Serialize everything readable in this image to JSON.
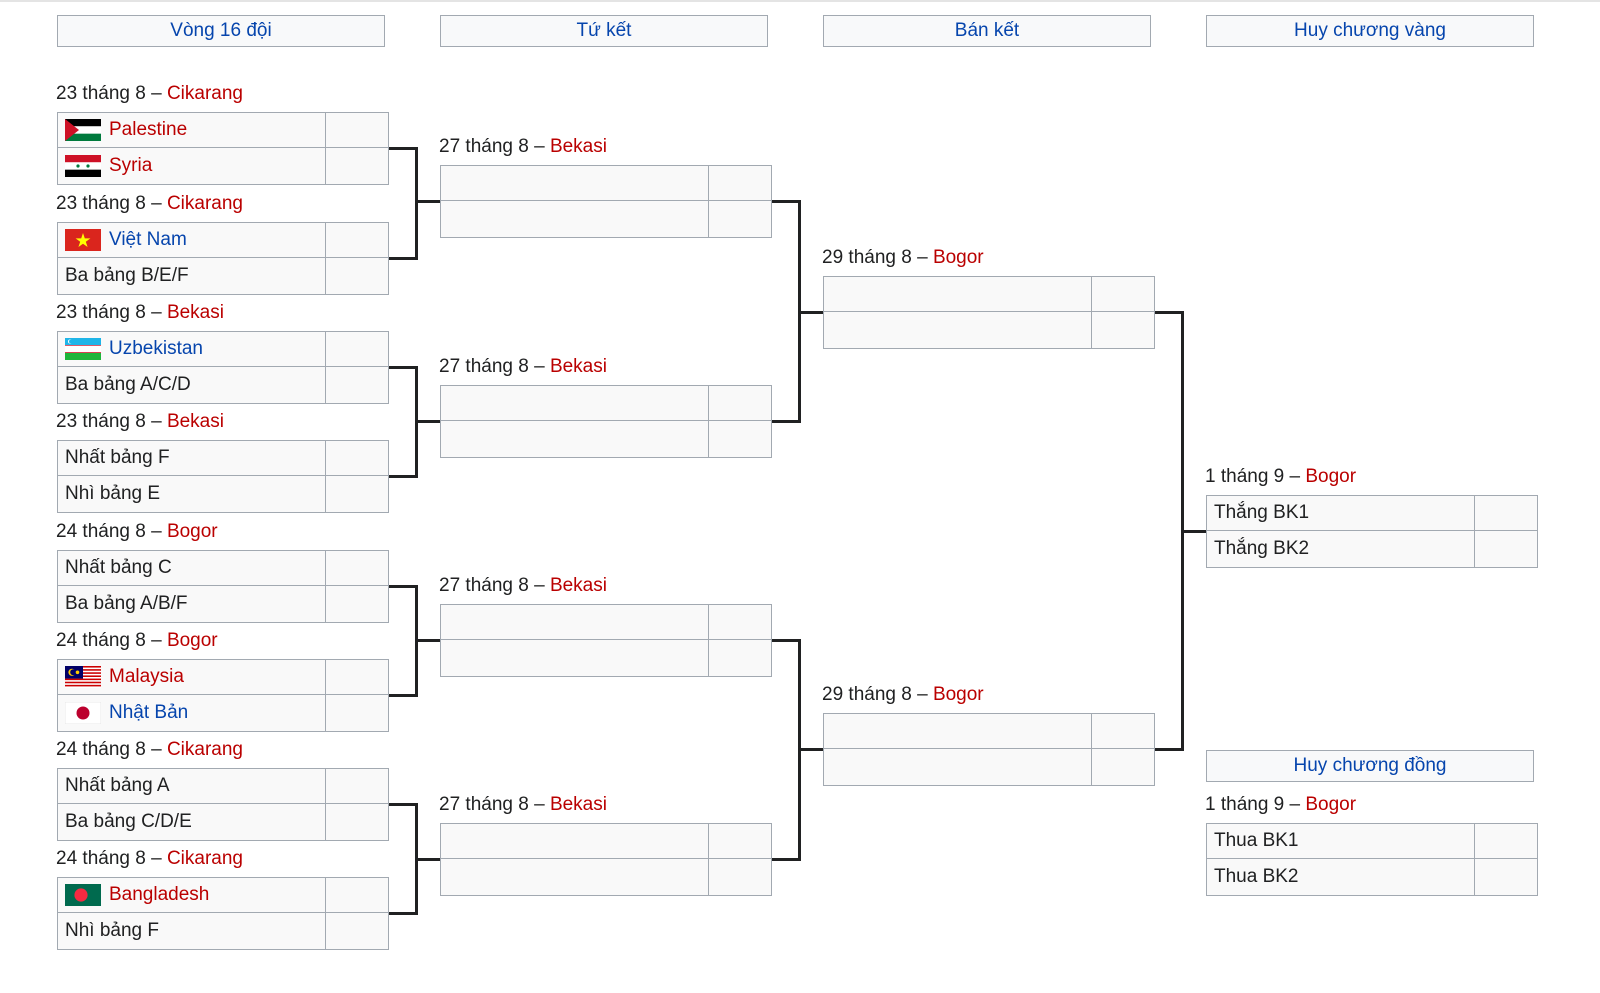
{
  "rounds": [
    "Vòng 16 đội",
    "Tứ kết",
    "Bán kết",
    "Huy chương vàng",
    "Huy chương đồng"
  ],
  "date_sep": " – ",
  "r16": [
    {
      "date": "23 tháng 8",
      "venue": "Cikarang",
      "teams": [
        {
          "name": "Palestine",
          "flag": "palestine-flag-icon",
          "link": "red"
        },
        {
          "name": "Syria",
          "flag": "syria-flag-icon",
          "link": "red"
        }
      ]
    },
    {
      "date": "23 tháng 8",
      "venue": "Cikarang",
      "teams": [
        {
          "name": "Việt Nam",
          "flag": "vietnam-flag-icon",
          "link": "blue"
        },
        {
          "name": "Ba bảng B/E/F",
          "flag": null,
          "link": null
        }
      ]
    },
    {
      "date": "23 tháng 8",
      "venue": "Bekasi",
      "teams": [
        {
          "name": "Uzbekistan",
          "flag": "uzbekistan-flag-icon",
          "link": "blue"
        },
        {
          "name": "Ba bảng A/C/D",
          "flag": null,
          "link": null
        }
      ]
    },
    {
      "date": "23 tháng 8",
      "venue": "Bekasi",
      "teams": [
        {
          "name": "Nhất bảng F",
          "flag": null,
          "link": null
        },
        {
          "name": "Nhì bảng E",
          "flag": null,
          "link": null
        }
      ]
    },
    {
      "date": "24 tháng 8",
      "venue": "Bogor",
      "teams": [
        {
          "name": "Nhất bảng C",
          "flag": null,
          "link": null
        },
        {
          "name": "Ba bảng A/B/F",
          "flag": null,
          "link": null
        }
      ]
    },
    {
      "date": "24 tháng 8",
      "venue": "Bogor",
      "teams": [
        {
          "name": "Malaysia",
          "flag": "malaysia-flag-icon",
          "link": "red"
        },
        {
          "name": "Nhật Bản",
          "flag": "japan-flag-icon",
          "link": "blue"
        }
      ]
    },
    {
      "date": "24 tháng 8",
      "venue": "Cikarang",
      "teams": [
        {
          "name": "Nhất bảng A",
          "flag": null,
          "link": null
        },
        {
          "name": "Ba bảng C/D/E",
          "flag": null,
          "link": null
        }
      ]
    },
    {
      "date": "24 tháng 8",
      "venue": "Cikarang",
      "teams": [
        {
          "name": "Bangladesh",
          "flag": "bangladesh-flag-icon",
          "link": "red"
        },
        {
          "name": "Nhì bảng F",
          "flag": null,
          "link": null
        }
      ]
    }
  ],
  "qf": [
    {
      "date": "27 tháng 8",
      "venue": "Bekasi",
      "teams": [
        {
          "name": ""
        },
        {
          "name": ""
        }
      ]
    },
    {
      "date": "27 tháng 8",
      "venue": "Bekasi",
      "teams": [
        {
          "name": ""
        },
        {
          "name": ""
        }
      ]
    },
    {
      "date": "27 tháng 8",
      "venue": "Bekasi",
      "teams": [
        {
          "name": ""
        },
        {
          "name": ""
        }
      ]
    },
    {
      "date": "27 tháng 8",
      "venue": "Bekasi",
      "teams": [
        {
          "name": ""
        },
        {
          "name": ""
        }
      ]
    }
  ],
  "sf": [
    {
      "date": "29 tháng 8",
      "venue": "Bogor",
      "teams": [
        {
          "name": ""
        },
        {
          "name": ""
        }
      ]
    },
    {
      "date": "29 tháng 8",
      "venue": "Bogor",
      "teams": [
        {
          "name": ""
        },
        {
          "name": ""
        }
      ]
    }
  ],
  "final": {
    "date": "1 tháng 9",
    "venue": "Bogor",
    "teams": [
      {
        "name": "Thắng BK1"
      },
      {
        "name": "Thắng BK2"
      }
    ]
  },
  "bronze": {
    "date": "1 tháng 9",
    "venue": "Bogor",
    "teams": [
      {
        "name": "Thua BK1"
      },
      {
        "name": "Thua BK2"
      }
    ]
  }
}
